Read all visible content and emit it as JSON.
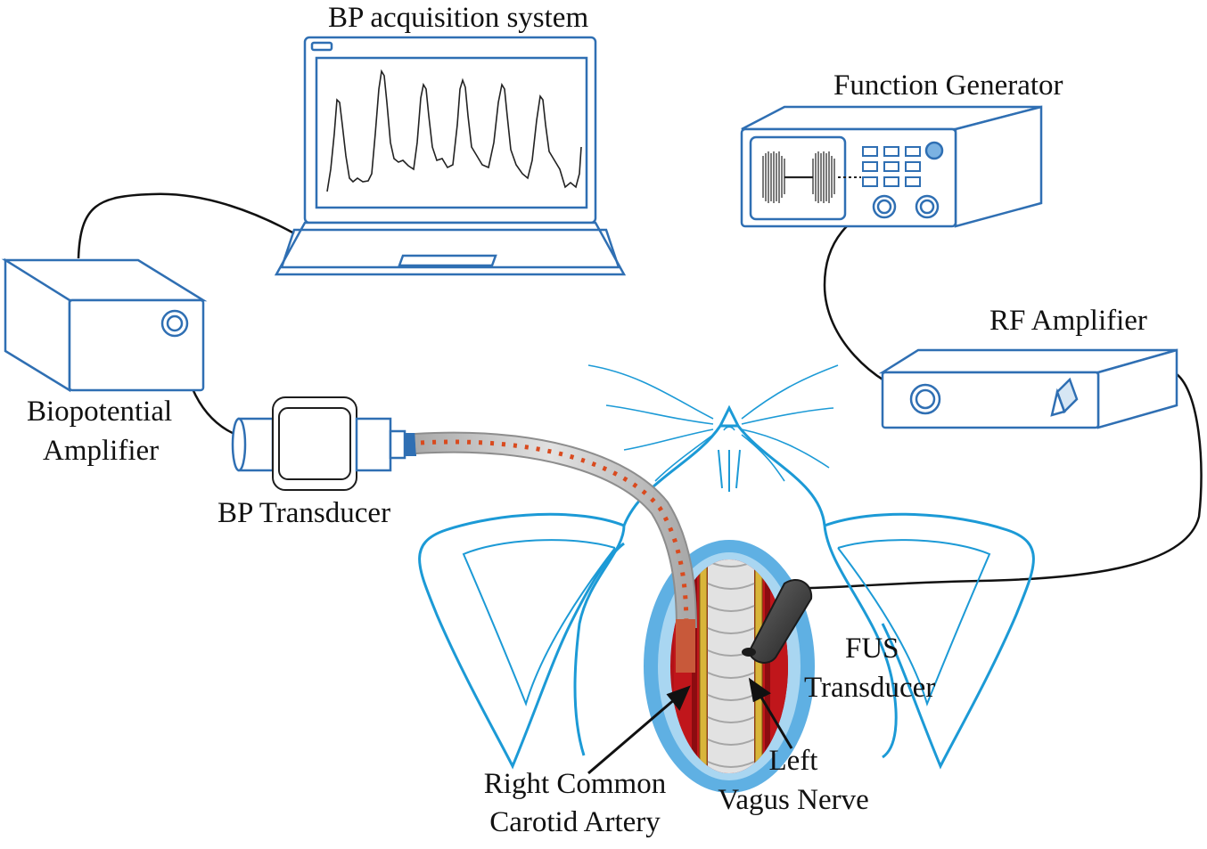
{
  "labels": {
    "bp_system": "BP acquisition system",
    "function_generator": "Function Generator",
    "rf_amplifier": "RF Amplifier",
    "biopotential_line1": "Biopotential",
    "biopotential_line2": "Amplifier",
    "bp_transducer": "BP Transducer",
    "fus_line1": "FUS",
    "fus_line2": "Transducer",
    "artery_line1": "Right Common",
    "artery_line2": "Carotid Artery",
    "nerve_line1": "Left",
    "nerve_line2": "Vagus Nerve"
  },
  "colors": {
    "device_outline": "#2f6fb3",
    "rat_outline": "#1c9ad6",
    "cable": "#111111",
    "artery": "#c0161b",
    "nerve": "#d9b53a",
    "trachea": "#d8d8d8",
    "catheter": "#c8c8c8",
    "blood": "#d94a1e",
    "fus_probe": "#3a3a3a",
    "incision": "#5fb0e3"
  },
  "icons": {
    "laptop": "laptop-icon",
    "function_generator": "function-generator-icon",
    "rf_amplifier": "rf-amplifier-icon",
    "biopotential_amplifier": "biopotential-amplifier-icon",
    "bp_transducer": "bp-transducer-icon",
    "fus_transducer": "fus-transducer-icon",
    "rat": "rat-icon"
  }
}
